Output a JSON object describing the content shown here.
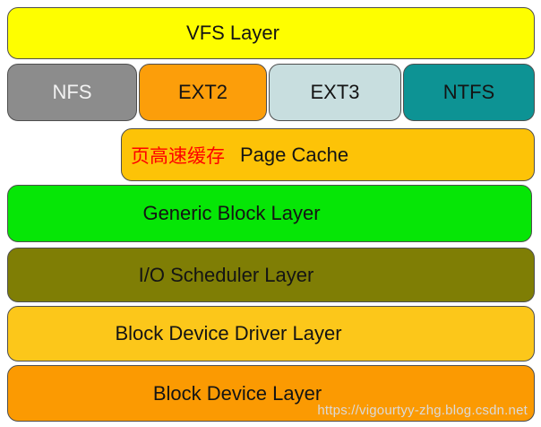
{
  "layers": {
    "vfs": {
      "label": "VFS Layer",
      "bg": "#FEFE00",
      "text_color": "#141414"
    },
    "filesystems": [
      {
        "label": "NFS",
        "bg": "#8C8C8C",
        "text_color": "#F2F2F2"
      },
      {
        "label": "EXT2",
        "bg": "#FC9E0A",
        "text_color": "#141414"
      },
      {
        "label": "EXT3",
        "bg": "#C8DEDF",
        "text_color": "#141414"
      },
      {
        "label": "NTFS",
        "bg": "#0D9394",
        "text_color": "#141414"
      }
    ],
    "page_cache": {
      "annotation_zh": "页高速缓存",
      "annotation_color": "#FE0000",
      "label": "Page Cache",
      "bg": "#FDC307",
      "text_color": "#141414"
    },
    "generic_block": {
      "label": "Generic Block Layer",
      "bg": "#06E606",
      "text_color": "#141414"
    },
    "io_scheduler": {
      "label": "I/O Scheduler Layer",
      "bg": "#7F7E05",
      "text_color": "#141414"
    },
    "block_device_driver": {
      "label": "Block Device Driver Layer",
      "bg": "#FCC71A",
      "text_color": "#141414"
    },
    "block_device": {
      "label": "Block Device Layer",
      "bg": "#FB9A02",
      "text_color": "#141414"
    }
  },
  "watermark": {
    "text": "https://vigourtyy-zhg.blog.csdn.net",
    "color": "#DADADA"
  }
}
